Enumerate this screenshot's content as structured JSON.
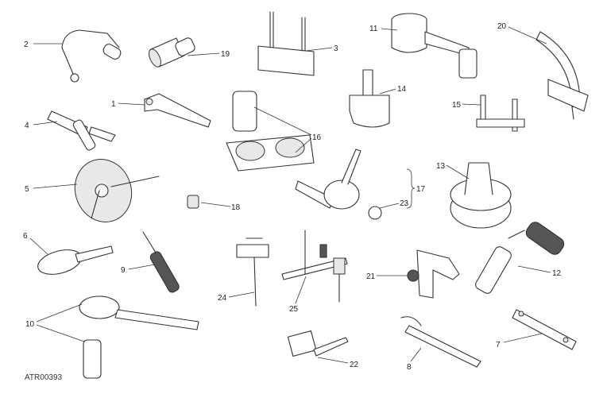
{
  "diagram": {
    "drawing_code": "ATR00393",
    "labels": {
      "l1": "1",
      "l2": "2",
      "l3": "3",
      "l4": "4",
      "l5": "5",
      "l6": "6",
      "l7": "7",
      "l8": "8",
      "l9": "9",
      "l10": "10",
      "l11": "11",
      "l12": "12",
      "l13": "13",
      "l14": "14",
      "l15": "15",
      "l16": "16",
      "l17": "17",
      "l18": "18",
      "l19": "19",
      "l20": "20",
      "l21": "21",
      "l22": "22",
      "l23": "23",
      "l24": "24",
      "l25": "25"
    }
  }
}
